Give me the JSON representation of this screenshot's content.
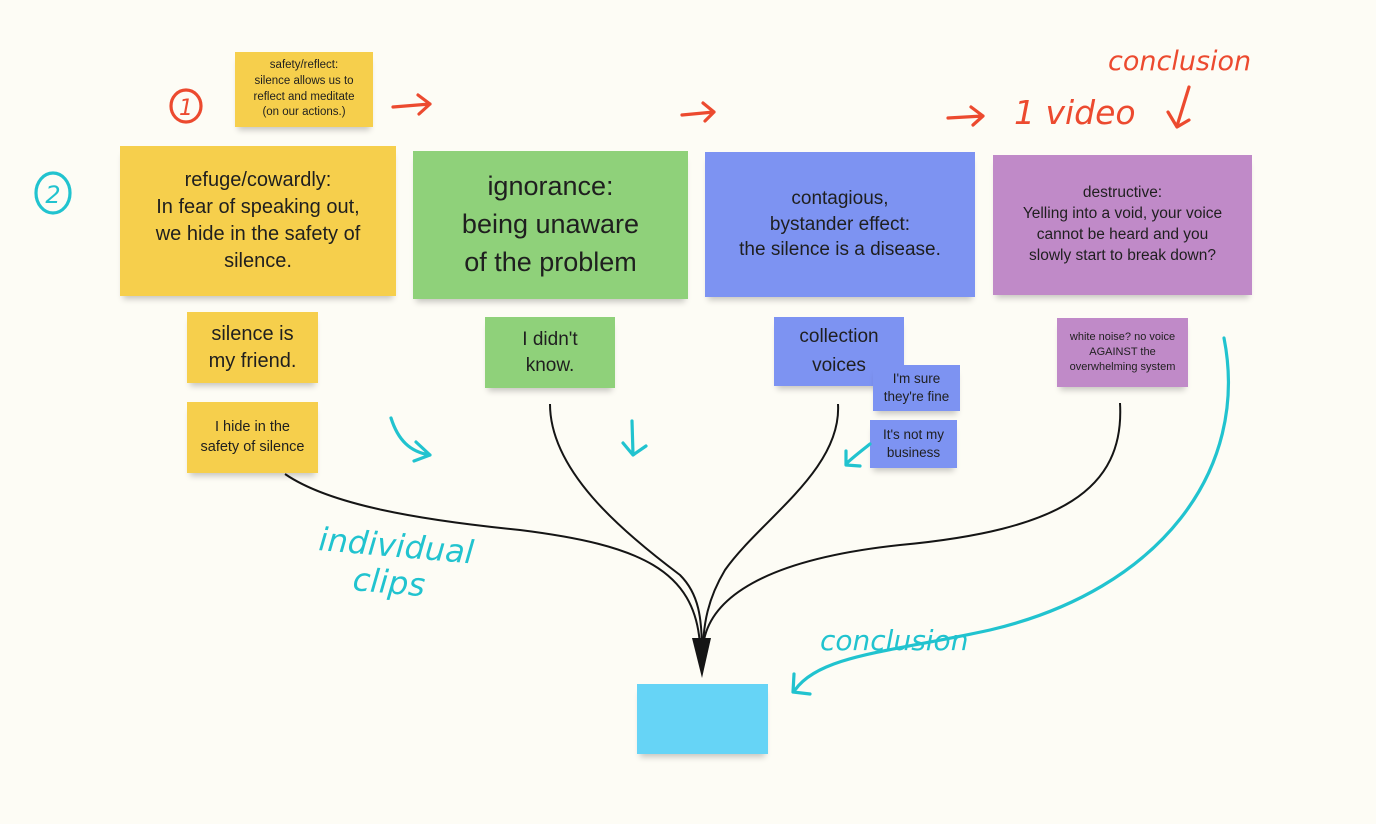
{
  "colors": {
    "yellow": "#f6cf4c",
    "green": "#8fd17a",
    "blue": "#7d93f2",
    "purple": "#c08ac8",
    "cyan": "#66d4f6",
    "annotation_red": "#ec4a2f",
    "annotation_cyan": "#21c3cf",
    "connector": "#151515"
  },
  "stickies": {
    "safety_reflect": "safety/reflect:\nsilence allows us to\nreflect and meditate\n(on our actions.)",
    "refuge": "refuge/cowardly:\nIn fear of speaking out,\nwe hide in the safety of\nsilence.",
    "ignorance": "ignorance:\nbeing unaware\nof the problem",
    "contagious": "contagious,\nbystander effect:\nthe silence is a disease.",
    "destructive": "destructive:\nYelling into a void, your voice\ncannot be heard and you\nslowly start to break down?",
    "silence_friend": "silence is\nmy friend.",
    "hide_safety": "I hide in the\nsafety of silence",
    "didnt_know": "I didn't\nknow.",
    "collection_voices": "collection\nvoices",
    "im_sure": "I'm sure\nthey're fine",
    "not_my_business": "It's not my\nbusiness",
    "white_noise": "white noise? no voice\nAGAINST the\noverwhelming system",
    "conclusion_box": ""
  },
  "annotations": {
    "step_one": "1",
    "step_two": "2",
    "conclusion_top": "conclusion",
    "one_video": "1 video",
    "individual": "individual",
    "clips": "clips",
    "conclusion_bottom": "conclusion"
  }
}
